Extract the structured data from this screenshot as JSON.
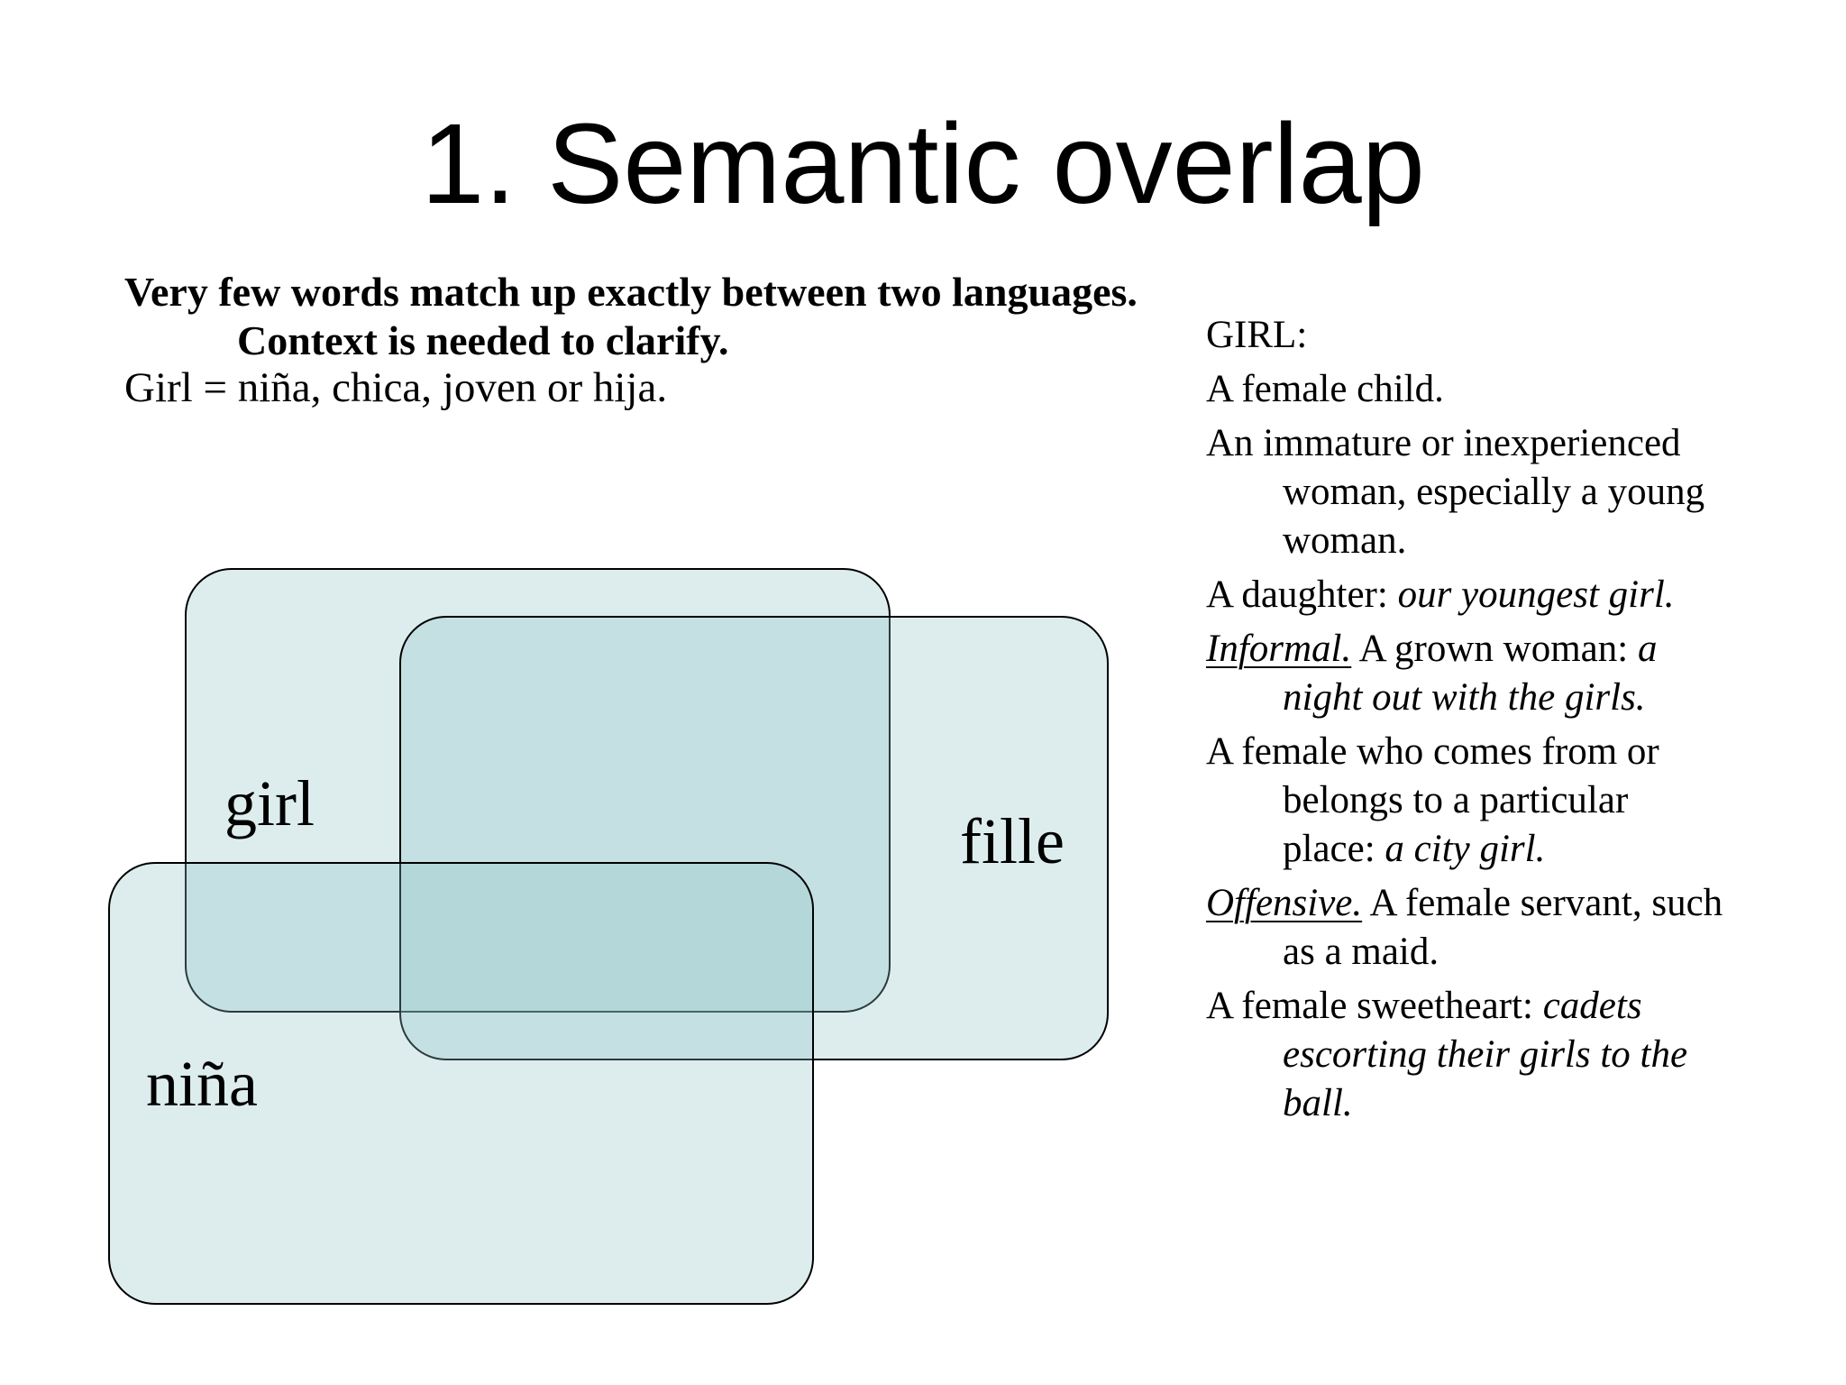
{
  "slide": {
    "title": "1. Semantic overlap",
    "intro": {
      "lines": [
        "Very few words match up exactly between two languages.",
        "Context is needed to clarify."
      ]
    },
    "example": "Girl = niña, chica, joven or hija.",
    "venn": {
      "fill_color": "rgba(142,195,198,0.30)",
      "border_color": "#000000",
      "sets": [
        {
          "id": "girl",
          "label": "girl"
        },
        {
          "id": "fille",
          "label": "fille"
        },
        {
          "id": "nina",
          "label": "niña"
        }
      ]
    },
    "definitions": {
      "heading": "GIRL:",
      "items": [
        {
          "lines": [
            {
              "indent": false,
              "segments": [
                {
                  "text": "A female child.",
                  "style": "normal"
                }
              ]
            }
          ]
        },
        {
          "lines": [
            {
              "indent": false,
              "segments": [
                {
                  "text": "An immature or inexperienced",
                  "style": "normal"
                }
              ]
            },
            {
              "indent": true,
              "segments": [
                {
                  "text": "woman, especially a young",
                  "style": "normal"
                }
              ]
            },
            {
              "indent": true,
              "segments": [
                {
                  "text": "woman.",
                  "style": "normal"
                }
              ]
            }
          ]
        },
        {
          "lines": [
            {
              "indent": false,
              "segments": [
                {
                  "text": "A daughter: ",
                  "style": "normal"
                },
                {
                  "text": "our youngest girl.",
                  "style": "italic"
                }
              ]
            }
          ]
        },
        {
          "lines": [
            {
              "indent": false,
              "segments": [
                {
                  "text": "Informal.",
                  "style": "italic-underline"
                },
                {
                  "text": " A grown woman: ",
                  "style": "normal"
                },
                {
                  "text": "a",
                  "style": "italic"
                }
              ]
            },
            {
              "indent": true,
              "segments": [
                {
                  "text": "night out with the girls.",
                  "style": "italic"
                }
              ]
            }
          ]
        },
        {
          "lines": [
            {
              "indent": false,
              "segments": [
                {
                  "text": "A female who comes from or",
                  "style": "normal"
                }
              ]
            },
            {
              "indent": true,
              "segments": [
                {
                  "text": "belongs to a particular",
                  "style": "normal"
                }
              ]
            },
            {
              "indent": true,
              "segments": [
                {
                  "text": "place: ",
                  "style": "normal"
                },
                {
                  "text": "a city girl.",
                  "style": "italic"
                }
              ]
            }
          ]
        },
        {
          "lines": [
            {
              "indent": false,
              "segments": [
                {
                  "text": "Offensive.",
                  "style": "italic-underline"
                },
                {
                  "text": " A female servant, such",
                  "style": "normal"
                }
              ]
            },
            {
              "indent": true,
              "segments": [
                {
                  "text": "as a maid.",
                  "style": "normal"
                }
              ]
            }
          ]
        },
        {
          "lines": [
            {
              "indent": false,
              "segments": [
                {
                  "text": "A female sweetheart: ",
                  "style": "normal"
                },
                {
                  "text": "cadets",
                  "style": "italic"
                }
              ]
            },
            {
              "indent": true,
              "segments": [
                {
                  "text": "escorting their girls to the",
                  "style": "italic"
                }
              ]
            },
            {
              "indent": true,
              "segments": [
                {
                  "text": "ball.",
                  "style": "italic"
                }
              ]
            }
          ]
        }
      ]
    }
  }
}
